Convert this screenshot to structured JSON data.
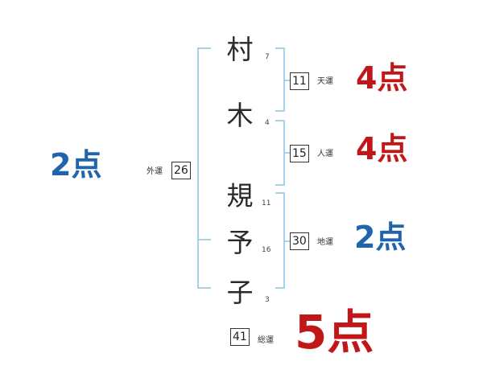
{
  "colors": {
    "bracket": "#8cc4e4",
    "good": "#c01818",
    "fair": "#1f64ac",
    "text": "#2a2a2a"
  },
  "name": {
    "chars": [
      {
        "char": "村",
        "strokes": "7"
      },
      {
        "char": "木",
        "strokes": "4"
      },
      {
        "char": "規",
        "strokes": "11"
      },
      {
        "char": "予",
        "strokes": "16"
      },
      {
        "char": "子",
        "strokes": "3"
      }
    ]
  },
  "fortunes": {
    "ten": {
      "value": "11",
      "label": "天運",
      "score": "4点"
    },
    "jin": {
      "value": "15",
      "label": "人運",
      "score": "4点"
    },
    "chi": {
      "value": "30",
      "label": "地運",
      "score": "2点"
    },
    "gai": {
      "value": "26",
      "label": "外運",
      "score": "2点"
    },
    "total": {
      "value": "41",
      "label": "総運",
      "score": "5点"
    }
  }
}
